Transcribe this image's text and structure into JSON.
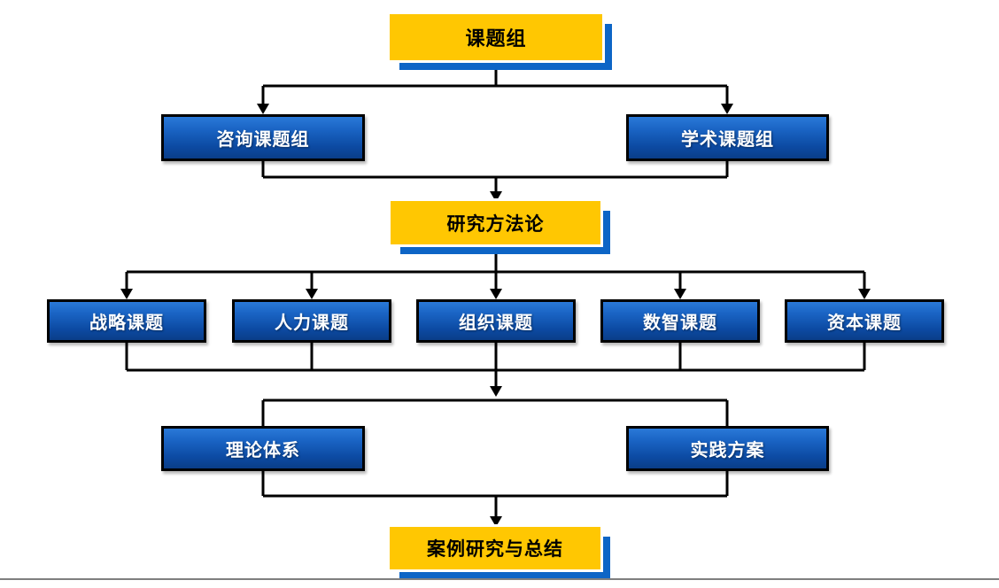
{
  "nodes": {
    "root": {
      "label": "课题组"
    },
    "consulting": {
      "label": "咨询课题组"
    },
    "academic": {
      "label": "学术课题组"
    },
    "methodology": {
      "label": "研究方法论"
    },
    "strategy": {
      "label": "战略课题"
    },
    "human_resources": {
      "label": "人力课题"
    },
    "organization": {
      "label": "组织课题"
    },
    "digital": {
      "label": "数智课题"
    },
    "capital": {
      "label": "资本课题"
    },
    "theory": {
      "label": "理论体系"
    },
    "practice": {
      "label": "实践方案"
    },
    "case_study": {
      "label": "案例研究与总结"
    }
  },
  "colors": {
    "milestone_fill": "#FFC702",
    "milestone_shadow": "#0D65C6",
    "topic_gradient_top": "#2A79D8",
    "topic_gradient_bottom": "#0A3E88",
    "topic_text": "#FFFFFF",
    "connector": "#000000",
    "bottom_rule": "#7F7F7F"
  }
}
